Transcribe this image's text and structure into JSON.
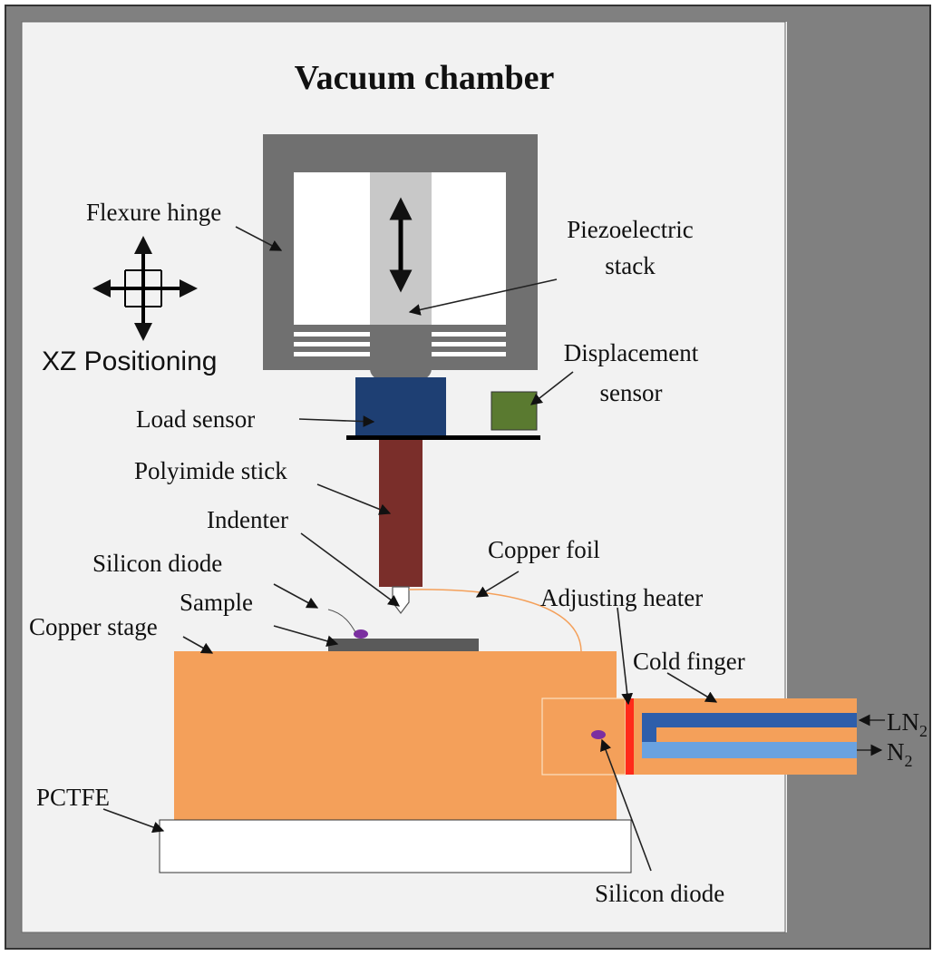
{
  "title": "Vacuum chamber",
  "labels": {
    "flexure_hinge": "Flexure hinge",
    "piezo_line1": "Piezoelectric",
    "piezo_line2": "stack",
    "xz_positioning": "XZ Positioning",
    "displacement_line1": "Displacement",
    "displacement_line2": "sensor",
    "load_sensor": "Load sensor",
    "polyimide_stick": "Polyimide stick",
    "indenter": "Indenter",
    "copper_foil": "Copper foil",
    "silicon_diode_top": "Silicon diode",
    "sample": "Sample",
    "adjusting_heater": "Adjusting heater",
    "copper_stage": "Copper stage",
    "cold_finger": "Cold finger",
    "ln2_base": "LN",
    "ln2_sub": "2",
    "n2_base": "N",
    "n2_sub": "2",
    "pctfe": "PCTFE",
    "silicon_diode_bottom": "Silicon diode"
  },
  "colors": {
    "chamber_wall": "#808080",
    "chamber_inner": "#f2f2f2",
    "flexure_frame": "#707070",
    "piezo_stack": "#c8c8c8",
    "load_sensor": "#1e3f73",
    "displacement_sensor": "#5a7a30",
    "polyimide_stick": "#7a2e2a",
    "copper": "#f4a05a",
    "sample": "#5a5a5a",
    "diode": "#7b2fa0",
    "heater": "#ff2a1a",
    "ln2_channel": "#2e5eaa",
    "n2_channel": "#6aa2e0",
    "pctfe": "#ffffff"
  }
}
